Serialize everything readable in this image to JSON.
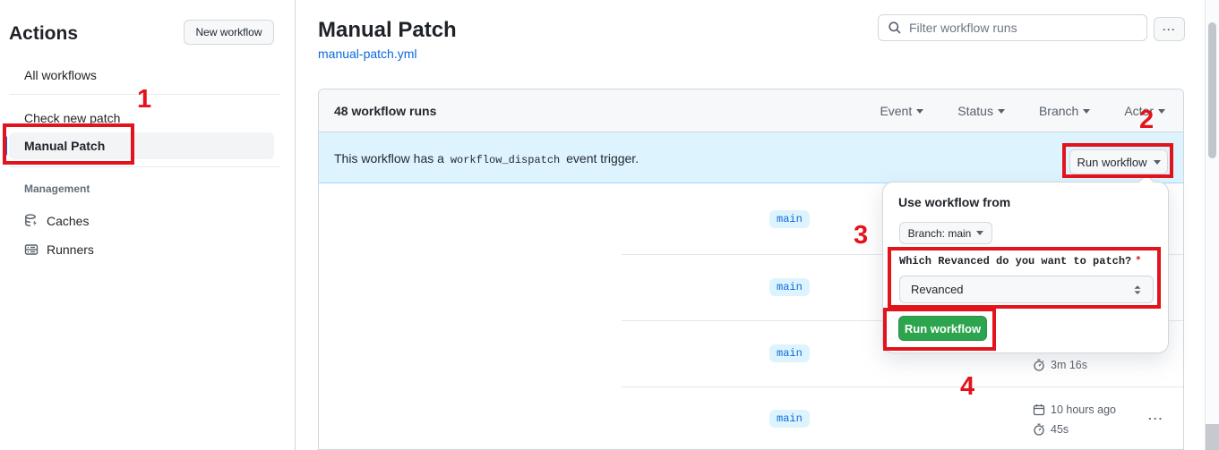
{
  "sidebar": {
    "title": "Actions",
    "new_workflow_button": "New workflow",
    "items": [
      {
        "label": "All workflows"
      },
      {
        "label": "Check new patch"
      },
      {
        "label": "Manual Patch"
      }
    ],
    "management": {
      "label": "Management",
      "items": [
        {
          "label": "Caches",
          "icon": "cache-icon"
        },
        {
          "label": "Runners",
          "icon": "server-icon"
        }
      ]
    }
  },
  "header": {
    "title": "Manual Patch",
    "file_link": "manual-patch.yml",
    "filter_placeholder": "Filter workflow runs",
    "more_label": "···"
  },
  "table": {
    "runs_count_label": "48 workflow runs",
    "filters": [
      {
        "label": "Event"
      },
      {
        "label": "Status"
      },
      {
        "label": "Branch"
      },
      {
        "label": "Actor"
      }
    ],
    "banner": {
      "text_before": "This workflow has a",
      "code": "workflow_dispatch",
      "text_after": "event trigger.",
      "run_workflow_button": "Run workflow"
    },
    "runs": [
      {
        "branch": "main"
      },
      {
        "branch": "main"
      },
      {
        "branch": "main",
        "duration": "3m 16s"
      },
      {
        "branch": "main",
        "time": "10 hours ago",
        "duration": "45s",
        "kebab": "···"
      }
    ]
  },
  "popover": {
    "title": "Use workflow from",
    "branch_button": "Branch: main",
    "input_label": "Which Revanced do you want to patch?",
    "required_marker": "*",
    "select_value": "Revanced",
    "run_button": "Run workflow"
  },
  "annotations": {
    "step1": "1",
    "step2": "2",
    "step3": "3",
    "step4": "4"
  },
  "colors": {
    "link_blue": "#0969da",
    "banner_blue": "#ddf4ff",
    "button_green": "#2da44e",
    "annotation_red": "#e3131b",
    "tab_indicator_orange": "#f78166"
  }
}
